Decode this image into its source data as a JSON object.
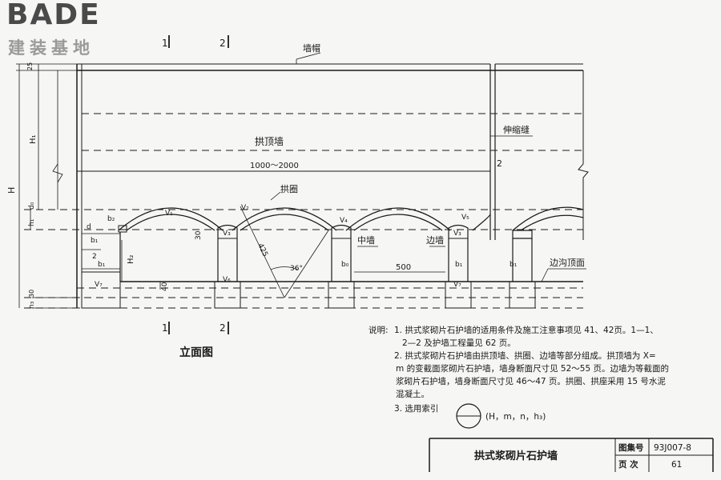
{
  "logo": {
    "brand": "BADE",
    "subtitle": "建装基地",
    "colors": {
      "brand": "#4a4a4a",
      "subtitle": "#9a9a9a"
    }
  },
  "section_marks": {
    "top_1": "1",
    "top_2": "2",
    "bottom_1": "1",
    "bottom_2": "2"
  },
  "labels": {
    "wall_cap": "墙帽",
    "arch_wall": "拱顶墙",
    "expansion_joint": "伸缩缝",
    "arch_ring": "拱圈",
    "middle_wall": "中墙",
    "side_wall": "边墙",
    "ditch_top": "边沟顶面",
    "joint_mark": "2"
  },
  "dimensions": {
    "span": "1000～2000",
    "d25": "25",
    "H": "H",
    "H1": "H₁",
    "d0": "d₀",
    "h1": "h₁",
    "d": "d",
    "b1_half_num": "b₁",
    "b1_half_den": "2",
    "b1": "b₁",
    "H2": "H₂",
    "d30": "30",
    "d40": "40",
    "h3": "h₃",
    "b0": "b₀",
    "d500": "500",
    "r425": "425",
    "angle": "36°",
    "h30": "30",
    "b2": "b₂"
  },
  "volumes": {
    "v1": "V₁",
    "v2": "V₂",
    "v3": "V₃",
    "v4": "V₄",
    "v5": "V₅",
    "v6": "V₆",
    "v7a": "V₇",
    "v7b": "V₇"
  },
  "figure_title": "立面图",
  "notes": {
    "heading": "说明:",
    "n1a": "1. 拱式浆砌片石护墙的适用条件及施工注意事项见 41、42页。1—1、",
    "n1b": "2—2 及护墙工程量见 62 页。",
    "n2a": "2. 拱式浆砌片石护墙由拱顶墙、拱圈、边墙等部分组成。拱顶墙为 X=",
    "n2b": "m 的变截面浆砌片石护墙，墙身断面尺寸见 52～55 页。边墙为等截面的",
    "n2c": "浆砌片石护墙，墙身断面尺寸见 46～47 页。拱圈、拱座采用 15 号水泥",
    "n2d": "混凝土。",
    "n3": "3. 选用索引",
    "index_params": "(H，m，n，h₃)"
  },
  "title_block": {
    "drawing_name": "拱式浆砌片石护墙",
    "atlas_label": "图集号",
    "atlas_value": "93J007-8",
    "page_label": "页    次",
    "page_value": "61"
  }
}
